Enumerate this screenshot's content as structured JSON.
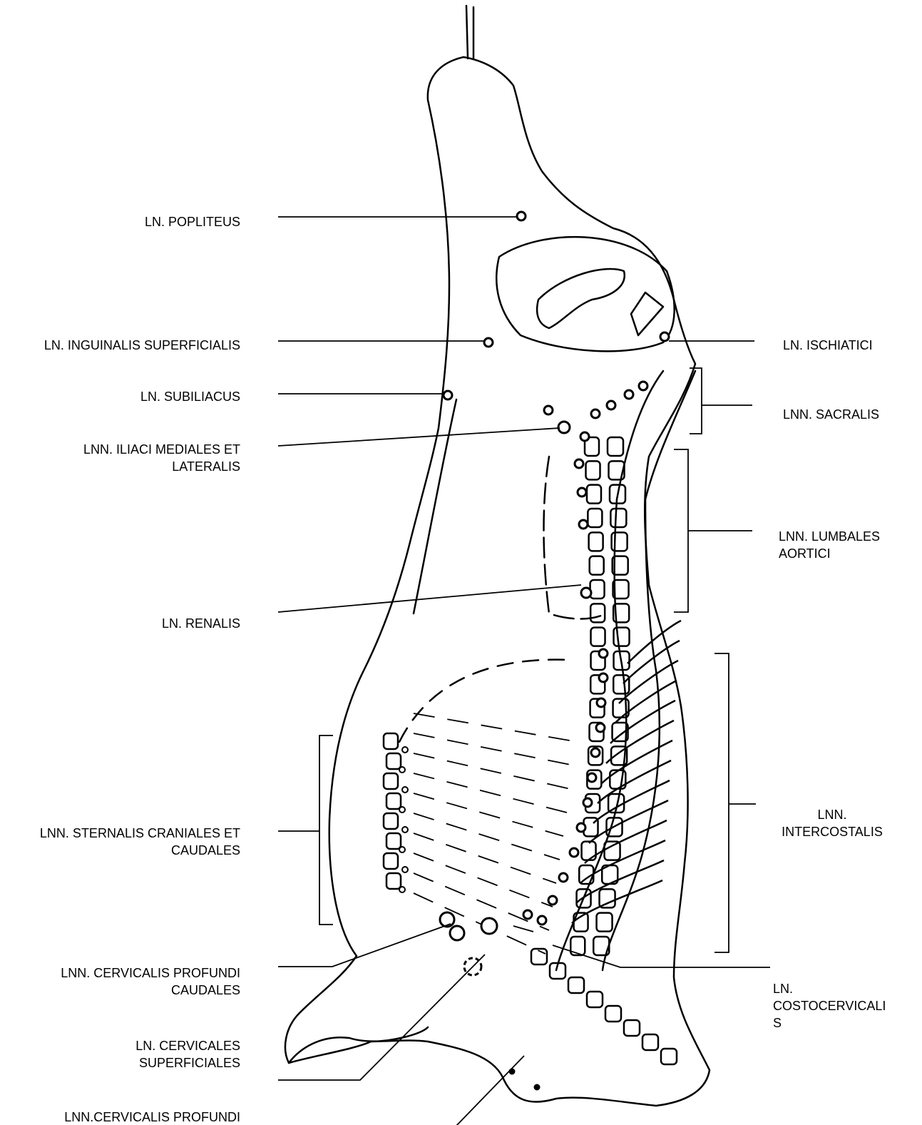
{
  "colors": {
    "ink": "#000000",
    "paper": "#ffffff"
  },
  "labels": {
    "popliteus": "LN. POPLITEUS",
    "inguinalis": "LN. INGUINALIS SUPERFICIALIS",
    "subiliacus": "LN. SUBILIACUS",
    "iliaci": "LNN. ILIACI MEDIALES ET\nLATERALIS",
    "renalis": "LN. RENALIS",
    "sternalis": "LNN. STERNALIS CRANIALES ET\nCAUDALES",
    "cervicalis_caudales": "LNN. CERVICALIS PROFUNDI\nCAUDALES",
    "cervicales_superficiales": "LN. CERVICALES\nSUPERFICIALES",
    "cervicalis_profundi": "LNN.CERVICALIS PROFUNDI",
    "ischiatici": "LN. ISCHIATICI",
    "sacralis": "LNN. SACRALIS",
    "lumbales": "LNN. LUMBALES\nAORTICI",
    "intercostalis": "LNN.\nINTERCOSTALIS",
    "costocervicalis": "LN.\nCOSTOCERVICALI\nS"
  }
}
